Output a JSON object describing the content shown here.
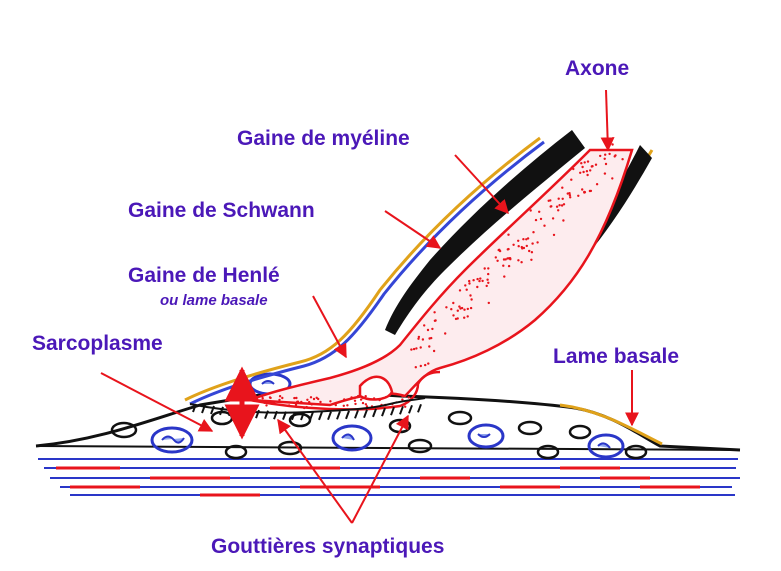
{
  "labels": {
    "axone": "Axone",
    "myeline": "Gaine de myéline",
    "schwann": "Gaine de Schwann",
    "henle": "Gaine de Henlé",
    "henle_sub": "ou lame basale",
    "sarcoplasme": "Sarcoplasme",
    "lame_basale": "Lame basale",
    "gouttieres": "Gouttières synaptiques"
  },
  "colors": {
    "label_text": "#4b18b8",
    "arrow": "#e8141c",
    "axon": "#e8141c",
    "myelin": "#111111",
    "schwann": "#3546d6",
    "basal_lamina": "#e0a21a",
    "muscle_line_blue": "#2a36c8",
    "muscle_line_red": "#e8141c"
  }
}
